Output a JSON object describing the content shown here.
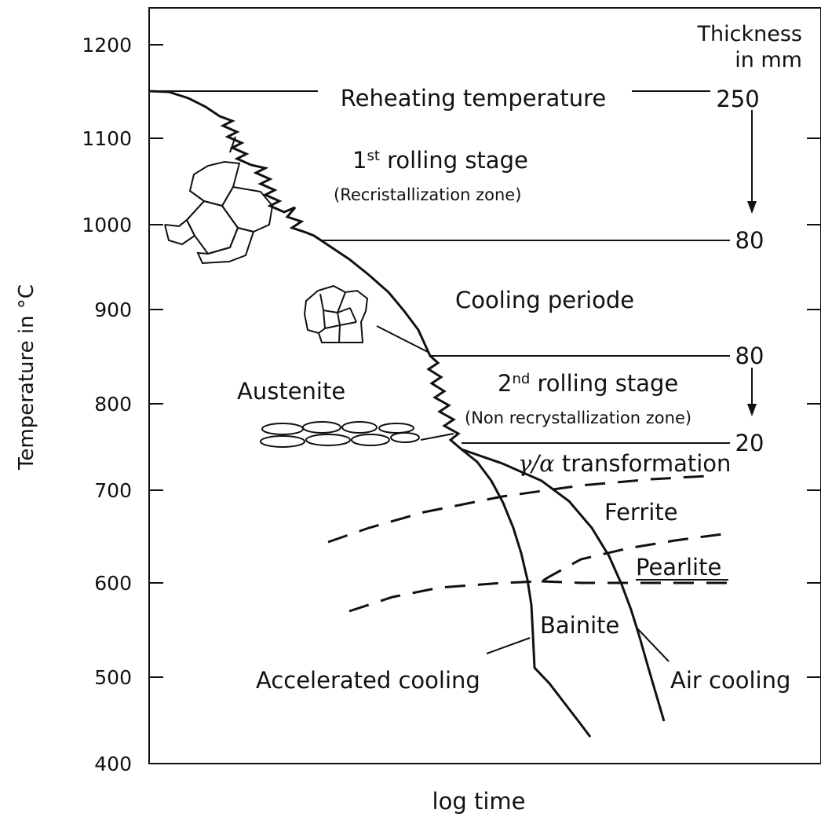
{
  "diagram": {
    "y_axis_label": "Temperature in °C",
    "x_axis_label": "log time",
    "y_ticks": [
      "1200",
      "1100",
      "1000",
      "900",
      "800",
      "700",
      "600",
      "500",
      "400"
    ],
    "thickness_header_line1": "Thickness",
    "thickness_header_line2": "in mm",
    "thickness_values": [
      "250",
      "80",
      "80",
      "20"
    ],
    "reheating": "Reheating temperature",
    "rolling1_pre": "1",
    "rolling1_sup": "st",
    "rolling1_post": " rolling stage",
    "rolling1_zone": "(Recristallization zone)",
    "cooling_periode": "Cooling periode",
    "austenite": "Austenite",
    "rolling2_pre": "2",
    "rolling2_sup": "nd",
    "rolling2_post": " rolling stage",
    "rolling2_zone": "(Non recrystallization zone)",
    "transformation_symbol": "γ/α",
    "transformation_text": " transformation",
    "ferrite": "Ferrite",
    "pearlite": "Pearlite",
    "bainite": "Bainite",
    "accelerated_cooling": "Accelerated cooling",
    "air_cooling": "Air cooling"
  }
}
